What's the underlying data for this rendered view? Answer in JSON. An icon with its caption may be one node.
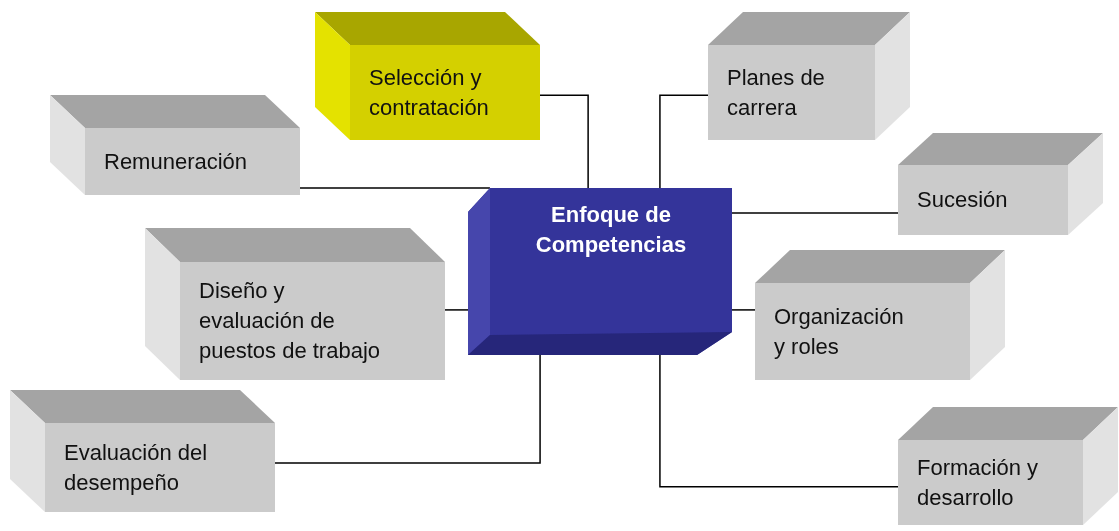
{
  "diagram": {
    "nodes": [
      {
        "text": [
          "Selección y contratación"
        ]
      },
      {
        "text": [
          "Planes de carrera"
        ]
      },
      {
        "text": [
          "Remuneración"
        ]
      },
      {
        "text": [
          "Sucesión"
        ]
      },
      {
        "text": [
          "Enfoque de Competencias"
        ]
      },
      {
        "text": [
          "Diseño y evaluación de puestos de trabajo"
        ]
      },
      {
        "text": [
          "Organización y roles"
        ]
      },
      {
        "text": [
          "Evaluación del desempeño"
        ]
      },
      {
        "text": [
          "Formación y desarrollo"
        ]
      }
    ],
    "edges": [
      {
        "from": 4,
        "to": 0,
        "arrow": "none"
      },
      {
        "from": 4,
        "to": 1,
        "arrow": "none"
      },
      {
        "from": 4,
        "to": 2,
        "arrow": "none"
      },
      {
        "from": 4,
        "to": 3,
        "arrow": "none"
      },
      {
        "from": 4,
        "to": 5,
        "arrow": "none"
      },
      {
        "from": 4,
        "to": 6,
        "arrow": "none"
      },
      {
        "from": 4,
        "to": 7,
        "arrow": "none"
      },
      {
        "from": 4,
        "to": 8,
        "arrow": "none"
      }
    ]
  }
}
